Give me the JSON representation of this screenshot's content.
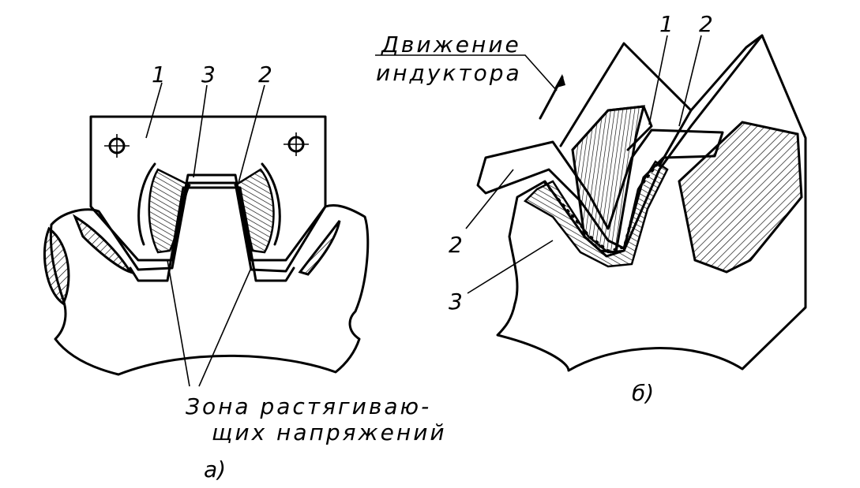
{
  "figure_a": {
    "labels": {
      "inductor": "1",
      "coil": "2",
      "zone": "3"
    },
    "caption_line1": "Зона растягиваю-",
    "caption_line2": "щих напряжений",
    "sub_caption": "а)"
  },
  "figure_b": {
    "labels": {
      "inductor_top": "1",
      "coil_top": "2",
      "coil_left": "2",
      "zone": "3"
    },
    "motion_line1": "Движение",
    "motion_line2": "индуктора",
    "sub_caption": "б)"
  }
}
